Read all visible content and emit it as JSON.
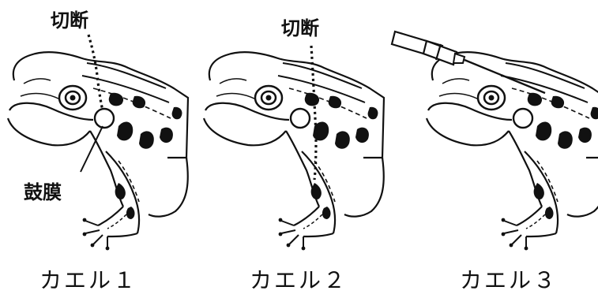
{
  "labels": {
    "cut_1": "切断",
    "cut_2": "切断",
    "eardrum": "鼓膜"
  },
  "captions": [
    "カエル１",
    "カエル２",
    "カエル３"
  ]
}
